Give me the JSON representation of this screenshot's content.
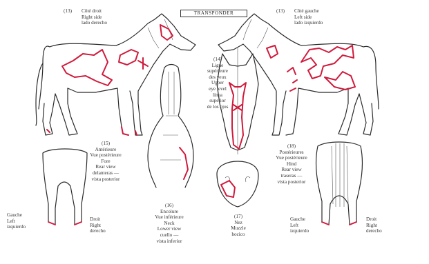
{
  "title": "TRANSPONDER",
  "views": {
    "right_side": {
      "number": "(13)",
      "lines": [
        "Côté droit",
        "Right side",
        "lado derecho"
      ]
    },
    "left_side": {
      "number": "(13)",
      "lines": [
        "Côté gauche",
        "Left side",
        "lado izquierdo"
      ]
    },
    "eye_level": {
      "lines": [
        "(14)",
        "Ligne",
        "supérieure",
        "des yeux",
        "Upper",
        "eye level",
        "línea",
        "superior",
        "de los ojos"
      ]
    },
    "rear_view": {
      "lines": [
        "(15)",
        "Antérieure",
        "Vue postérieure",
        "Fore",
        "Rear view",
        "delanteras —",
        "vista posterior"
      ]
    },
    "neck_view": {
      "lines": [
        "(16)",
        "Encolure",
        "Vue inférieure",
        "Neck",
        "Lower view",
        "cuello —",
        "vista inferior"
      ]
    },
    "muzzle": {
      "lines": [
        "(17)",
        "Nez",
        "Muzzle",
        "hocico"
      ]
    },
    "hind_view": {
      "lines": [
        "(18)",
        "Postérieures",
        "Vue postérieure",
        "Hind",
        "Rear view",
        "traseras —",
        "vista posterior"
      ]
    }
  },
  "legs": {
    "fore_left": [
      "Gauche",
      "Left",
      "izquierdo"
    ],
    "fore_right": [
      "Droit",
      "Right",
      "derecho"
    ],
    "hind_left": [
      "Gauche",
      "Left",
      "izquierdo"
    ],
    "hind_right": [
      "Droit",
      "Right",
      "derecho"
    ]
  },
  "colors": {
    "marking": "#d01a3c",
    "outline": "#2a2a2a"
  }
}
